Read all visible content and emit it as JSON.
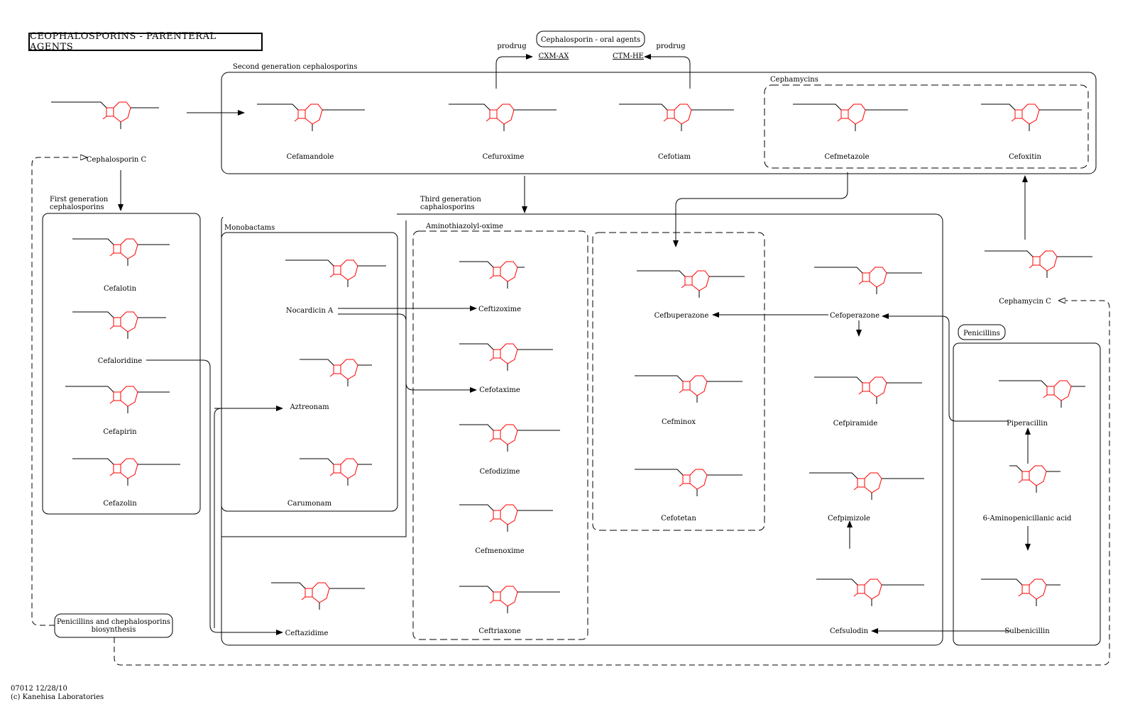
{
  "title": "CEOPHALOSPORINS - PARENTERAL  AGENTS",
  "footer": {
    "id_date": "07012 12/28/10",
    "copyright": "(c) Kanehisa Laboratories"
  },
  "links": {
    "oral_agents": "Cephalosporin - oral agents",
    "penicillins": "Penicillins",
    "biosynthesis_line1": "Penicillins and chephalosporins",
    "biosynthesis_line2": "biosynthesis"
  },
  "groups": {
    "second": "Second generation cephalosporins",
    "cephamycins": "Cephamycins",
    "first_line1": "First generation",
    "first_line2": "cephalosporins",
    "monobactams": "Monobactams",
    "third_line1": "Third generation",
    "third_line2": "caphalosporins",
    "aminothiazolyl": "Aminothiazolyl-oxime"
  },
  "labels": {
    "prodrug_left": "prodrug",
    "prodrug_right": "prodrug",
    "cxm_ax": "CXM-AX",
    "ctm_he": "CTM-HE"
  },
  "compounds": {
    "cephalosporin_c": "Cephalosporin C",
    "cefamandole": "Cefamandole",
    "cefuroxime": "Cefuroxime",
    "cefotiam": "Cefotiam",
    "cefmetazole": "Cefmetazole",
    "cefoxitin": "Cefoxitin",
    "cefalotin": "Cefalotin",
    "cefaloridine": "Cefaloridine",
    "cefapirin": "Cefapirin",
    "cefazolin": "Cefazolin",
    "nocardicin_a": "Nocardicin A",
    "aztreonam": "Aztreonam",
    "carumonam": "Carumonam",
    "ceftazidime": "Ceftazidime",
    "ceftizoxime": "Ceftizoxime",
    "cefotaxime": "Cefotaxime",
    "cefodizime": "Cefodizime",
    "cefmenoxime": "Cefmenoxime",
    "ceftriaxone": "Ceftriaxone",
    "cefbuperazone": "Cefbuperazone",
    "cefminox": "Cefminox",
    "cefotetan": "Cefotetan",
    "cefoperazone": "Cefoperazone",
    "cefpiramide": "Cefpiramide",
    "cefpimizole": "Cefpimizole",
    "cefsulodin": "Cefsulodin",
    "cephamycin_c": "Cephamycin C",
    "piperacillin": "Piperacillin",
    "aminopenicillanic": "6-Aminopenicillanic acid",
    "sulbenicillin": "Sulbenicillin"
  },
  "colors": {
    "core": "#ff0000",
    "line": "#000000"
  }
}
